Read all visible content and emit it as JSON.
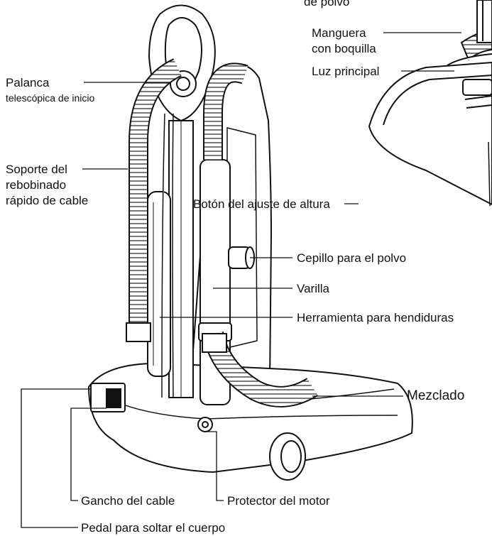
{
  "labels": {
    "top_partial": "de polvo",
    "hose_nozzle_1": "Manguera",
    "hose_nozzle_2": "con boquilla",
    "main_light": "Luz principal",
    "lever_1": "Palanca",
    "lever_2": "telescópica de inicio",
    "cord_rewind_1": "Soporte del",
    "cord_rewind_2": "rebobinado",
    "cord_rewind_3": "rápido de cable",
    "height_button": "Botón del ajuste de altura",
    "dust_brush": "Cepillo para el polvo",
    "wand": "Varilla",
    "crevice_tool": "Herramienta para hendiduras",
    "mixer": "Mezclado",
    "cord_hook": "Gancho del cable",
    "motor_protector": "Protector del motor",
    "body_release_pedal": "Pedal para soltar el cuerpo"
  }
}
